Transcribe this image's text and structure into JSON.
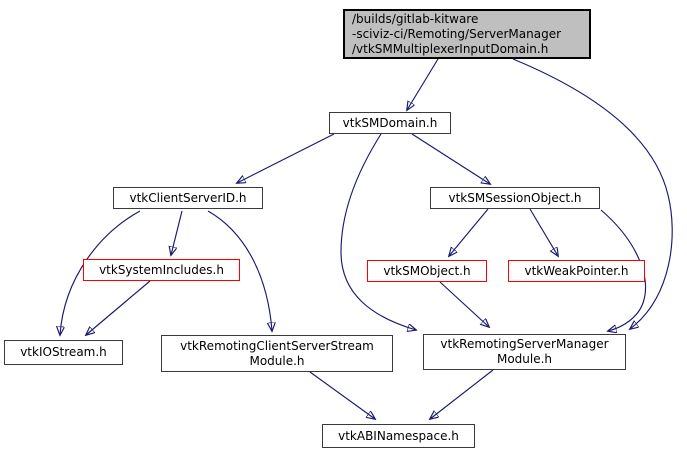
{
  "diagram": {
    "type": "include-dependency-graph",
    "colors": {
      "background": "#ffffff",
      "edge": "#191970",
      "node_border": "#3a3a3a",
      "truncated_node_border": "#ff0000",
      "main_node_fill": "#bfbfbf",
      "node_fill": "#ffffff",
      "text": "#000000"
    },
    "nodes": {
      "main": {
        "label": "/builds/gitlab-kitware\n-sciviz-ci/Remoting/ServerManager\n/vtkSMMultiplexerInputDomain.h",
        "truncated": false
      },
      "smdomain": {
        "label": "vtkSMDomain.h",
        "truncated": false
      },
      "clientserverid": {
        "label": "vtkClientServerID.h",
        "truncated": false
      },
      "smsessionobject": {
        "label": "vtkSMSessionObject.h",
        "truncated": false
      },
      "systemincludes": {
        "label": "vtkSystemIncludes.h",
        "truncated": true
      },
      "smobject": {
        "label": "vtkSMObject.h",
        "truncated": true
      },
      "weakpointer": {
        "label": "vtkWeakPointer.h",
        "truncated": true
      },
      "iostream": {
        "label": "vtkIOStream.h",
        "truncated": false
      },
      "remotingclientserverstream": {
        "label": "vtkRemotingClientServerStream\nModule.h",
        "truncated": false
      },
      "remotingservermanager": {
        "label": "vtkRemotingServerManager\nModule.h",
        "truncated": false
      },
      "abinamespace": {
        "label": "vtkABINamespace.h",
        "truncated": false
      }
    },
    "edges": [
      {
        "from": "main",
        "to": "smdomain"
      },
      {
        "from": "main",
        "to": "remotingservermanager"
      },
      {
        "from": "smdomain",
        "to": "clientserverid"
      },
      {
        "from": "smdomain",
        "to": "smsessionobject"
      },
      {
        "from": "smdomain",
        "to": "remotingservermanager"
      },
      {
        "from": "clientserverid",
        "to": "iostream"
      },
      {
        "from": "clientserverid",
        "to": "systemincludes"
      },
      {
        "from": "clientserverid",
        "to": "remotingclientserverstream"
      },
      {
        "from": "systemincludes",
        "to": "iostream"
      },
      {
        "from": "smsessionobject",
        "to": "smobject"
      },
      {
        "from": "smsessionobject",
        "to": "weakpointer"
      },
      {
        "from": "smsessionobject",
        "to": "remotingservermanager"
      },
      {
        "from": "smobject",
        "to": "remotingservermanager"
      },
      {
        "from": "remotingclientserverstream",
        "to": "abinamespace"
      },
      {
        "from": "remotingservermanager",
        "to": "abinamespace"
      }
    ]
  }
}
